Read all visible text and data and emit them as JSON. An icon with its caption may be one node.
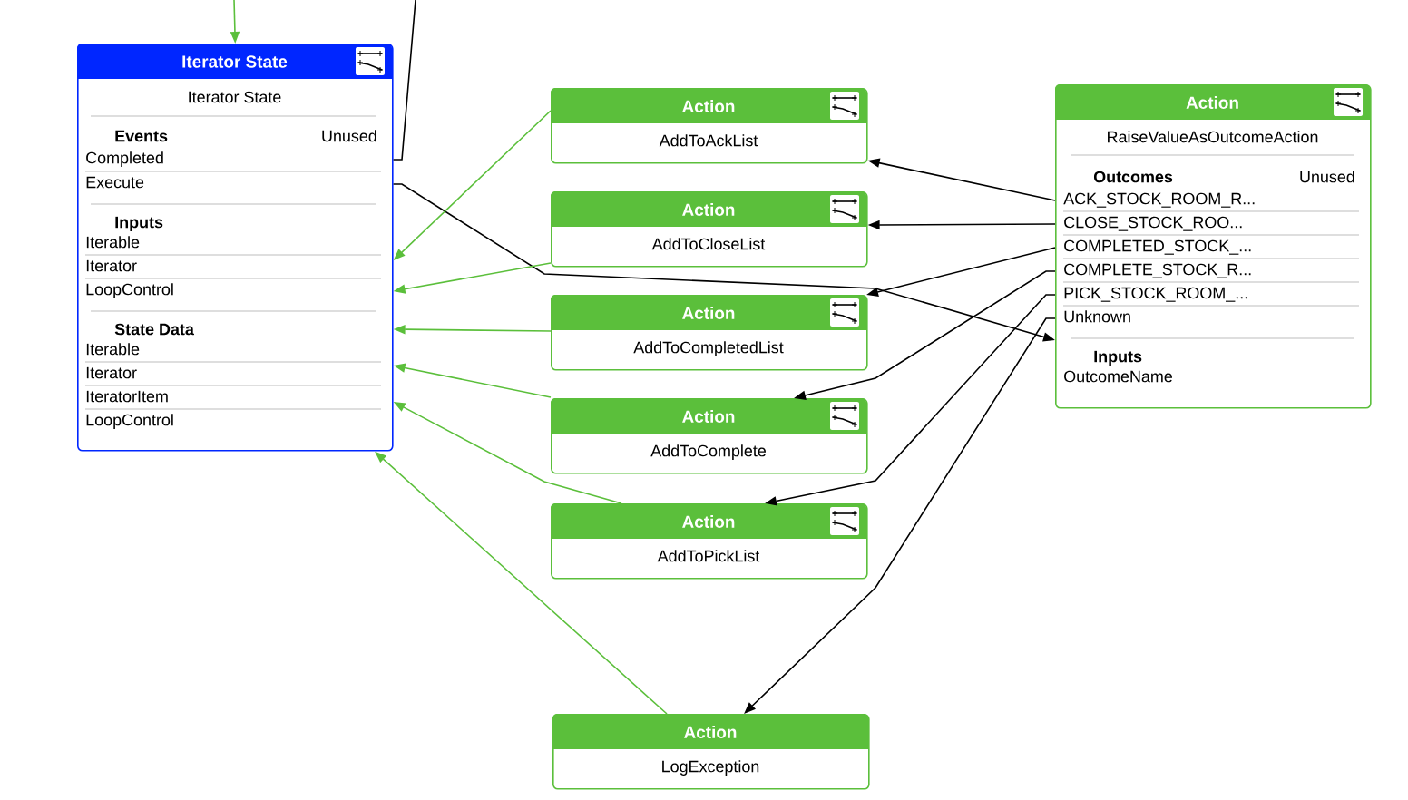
{
  "diagram": {
    "nodes": [
      {
        "text": [
          "Iterator State",
          "Iterator State",
          "Events",
          "Unused",
          "Completed",
          "Execute",
          "Inputs",
          "Iterable",
          "Iterator",
          "LoopControl",
          "State Data",
          "Iterable",
          "Iterator",
          "IteratorItem",
          "LoopControl"
        ]
      },
      {
        "text": [
          "Action",
          "AddToAckList"
        ]
      },
      {
        "text": [
          "Action",
          "AddToCloseList"
        ]
      },
      {
        "text": [
          "Action",
          "AddToCompletedList"
        ]
      },
      {
        "text": [
          "Action",
          "AddToComplete"
        ]
      },
      {
        "text": [
          "Action",
          "AddToPickList"
        ]
      },
      {
        "text": [
          "Action",
          "LogException"
        ]
      },
      {
        "text": [
          "Action",
          "RaiseValueAsOutcomeAction",
          "Outcomes",
          "Unused",
          "ACK_STOCK_ROOM_R...",
          "CLOSE_STOCK_ROO...",
          "COMPLETED_STOCK_...",
          "COMPLETE_STOCK_R...",
          "PICK_STOCK_ROOM_...",
          "Unknown",
          "Inputs",
          "OutcomeName"
        ]
      }
    ],
    "edges": [
      {
        "from": null,
        "to": 0,
        "arrow": "to",
        "color": "#5bbf3b"
      },
      {
        "from": 0,
        "to": null,
        "arrow": "none"
      },
      {
        "from": 0,
        "to": 7,
        "arrow": "to"
      },
      {
        "from": 1,
        "to": 0,
        "arrow": "to",
        "color": "#5bbf3b"
      },
      {
        "from": 2,
        "to": 0,
        "arrow": "to",
        "color": "#5bbf3b"
      },
      {
        "from": 3,
        "to": 0,
        "arrow": "to",
        "color": "#5bbf3b"
      },
      {
        "from": 4,
        "to": 0,
        "arrow": "to",
        "color": "#5bbf3b"
      },
      {
        "from": 5,
        "to": 0,
        "arrow": "to",
        "color": "#5bbf3b"
      },
      {
        "from": 6,
        "to": 0,
        "arrow": "to",
        "color": "#5bbf3b"
      },
      {
        "from": 7,
        "to": 1,
        "arrow": "to"
      },
      {
        "from": 7,
        "to": 2,
        "arrow": "to"
      },
      {
        "from": 7,
        "to": 3,
        "arrow": "to"
      },
      {
        "from": 7,
        "to": 4,
        "arrow": "to"
      },
      {
        "from": 7,
        "to": 5,
        "arrow": "to"
      },
      {
        "from": 7,
        "to": 6,
        "arrow": "to"
      }
    ]
  }
}
